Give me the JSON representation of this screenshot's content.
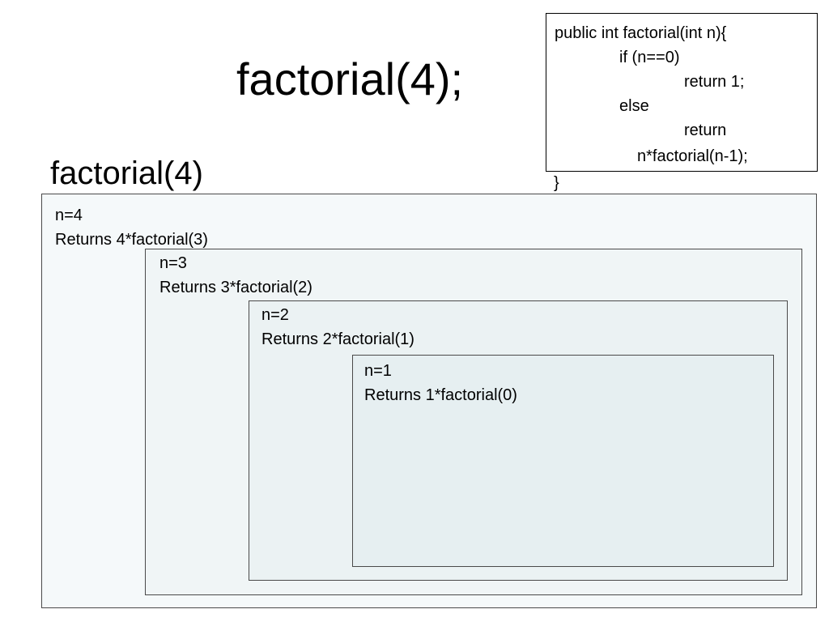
{
  "slide": {
    "title": "factorial(4);",
    "label": "factorial(4)"
  },
  "code": {
    "lines": [
      "public int factorial(int n){",
      "if (n==0)",
      "return  1;",
      "else",
      "return",
      "n*factorial(n-1);",
      "}"
    ]
  },
  "frames": [
    {
      "n": "n=4",
      "returns": "Returns 4*factorial(3)"
    },
    {
      "n": "n=3",
      "returns": "Returns 3*factorial(2)"
    },
    {
      "n": "n=2",
      "returns": "Returns 2*factorial(1)"
    },
    {
      "n": "n=1",
      "returns": "Returns 1*factorial(0)"
    }
  ]
}
